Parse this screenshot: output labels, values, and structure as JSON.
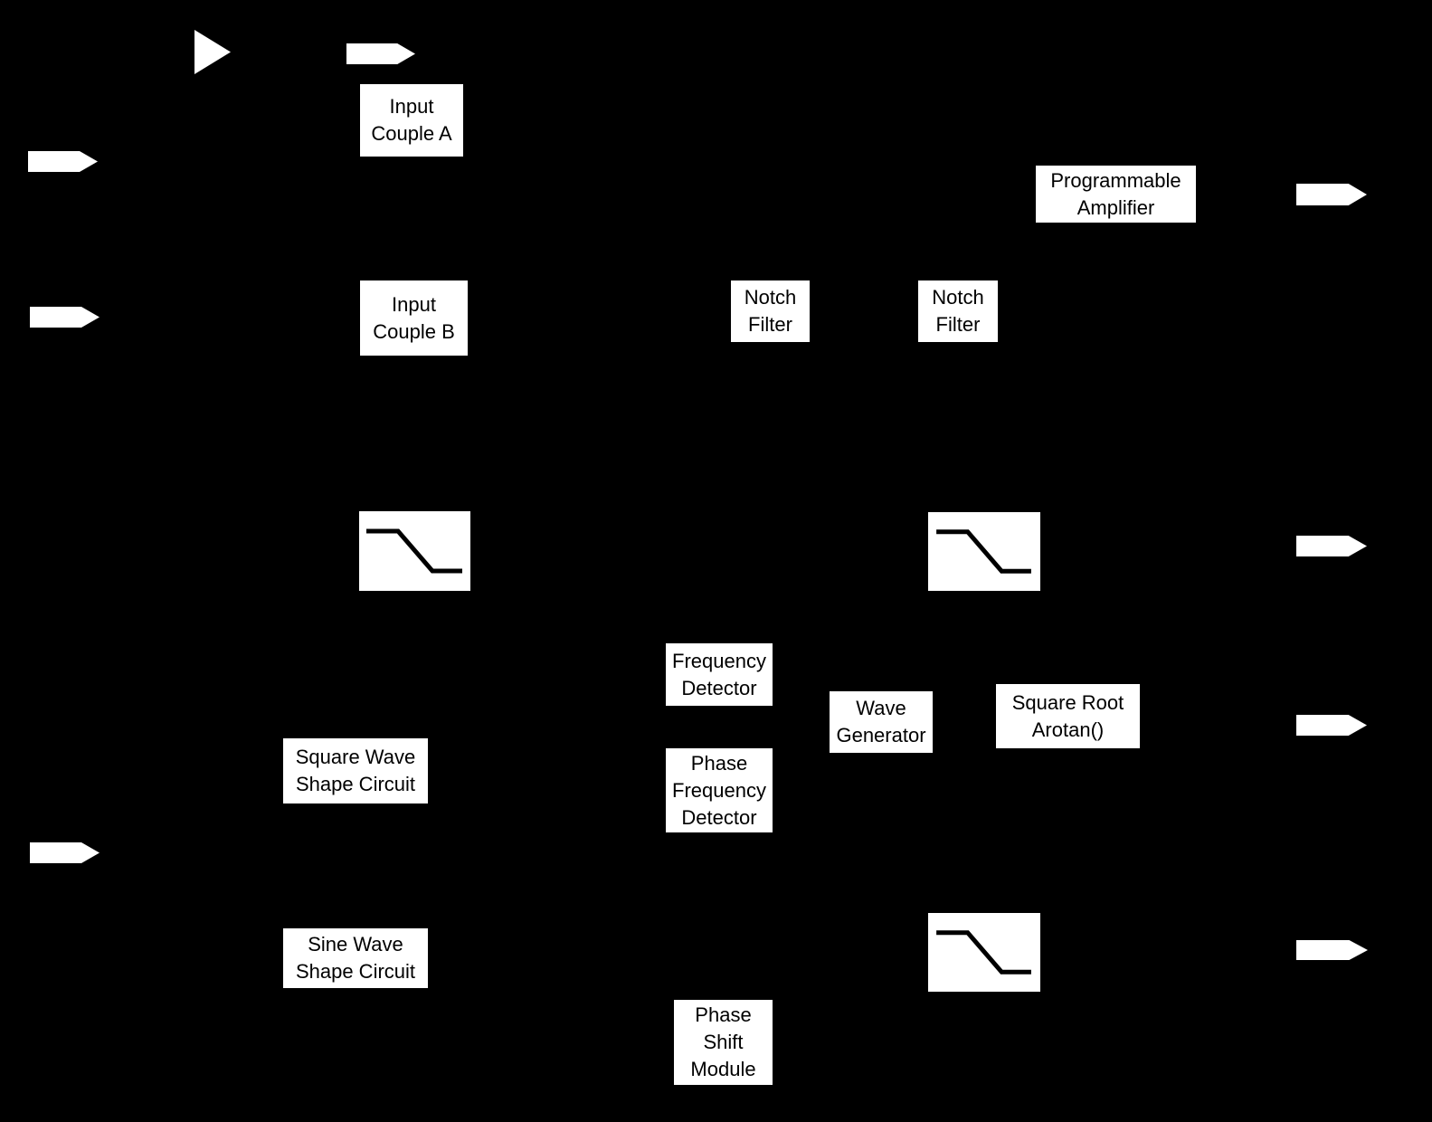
{
  "diagram": {
    "kind": "signal-processing-block-diagram",
    "colors": {
      "background": "#000000",
      "block_fill": "#ffffff",
      "block_text": "#000000",
      "connector_fill": "#ffffff",
      "curve_stroke": "#000000"
    },
    "blocks": {
      "input_couple_a": {
        "label": "Input\nCouple A"
      },
      "input_couple_b": {
        "label": "Input\nCouple B"
      },
      "programmable_amplifier": {
        "label": "Programmable\nAmplifier"
      },
      "notch_filter_1": {
        "label": "Notch\nFilter"
      },
      "notch_filter_2": {
        "label": "Notch\nFilter"
      },
      "frequency_detector": {
        "label": "Frequency\nDetector"
      },
      "phase_frequency_detector": {
        "label": "Phase\nFrequency\nDetector"
      },
      "wave_generator": {
        "label": "Wave\nGenerator"
      },
      "square_root_arctan": {
        "label": "Square Root\nArotan()"
      },
      "square_wave_shape_circuit": {
        "label": "Square Wave\nShape Circuit"
      },
      "sine_wave_shape_circuit": {
        "label": "Sine Wave\nShape Circuit"
      },
      "phase_shift_module": {
        "label": "Phase\nShift\nModule"
      }
    },
    "icons": {
      "amplifier_triangle": "filled right-pointing triangle (amplifier symbol)",
      "signal_arrow": "filled right-pointing block arrow (signal port)",
      "low_pass_filter": "low-pass filter response curve (high shelf stepping down to low shelf)"
    }
  }
}
